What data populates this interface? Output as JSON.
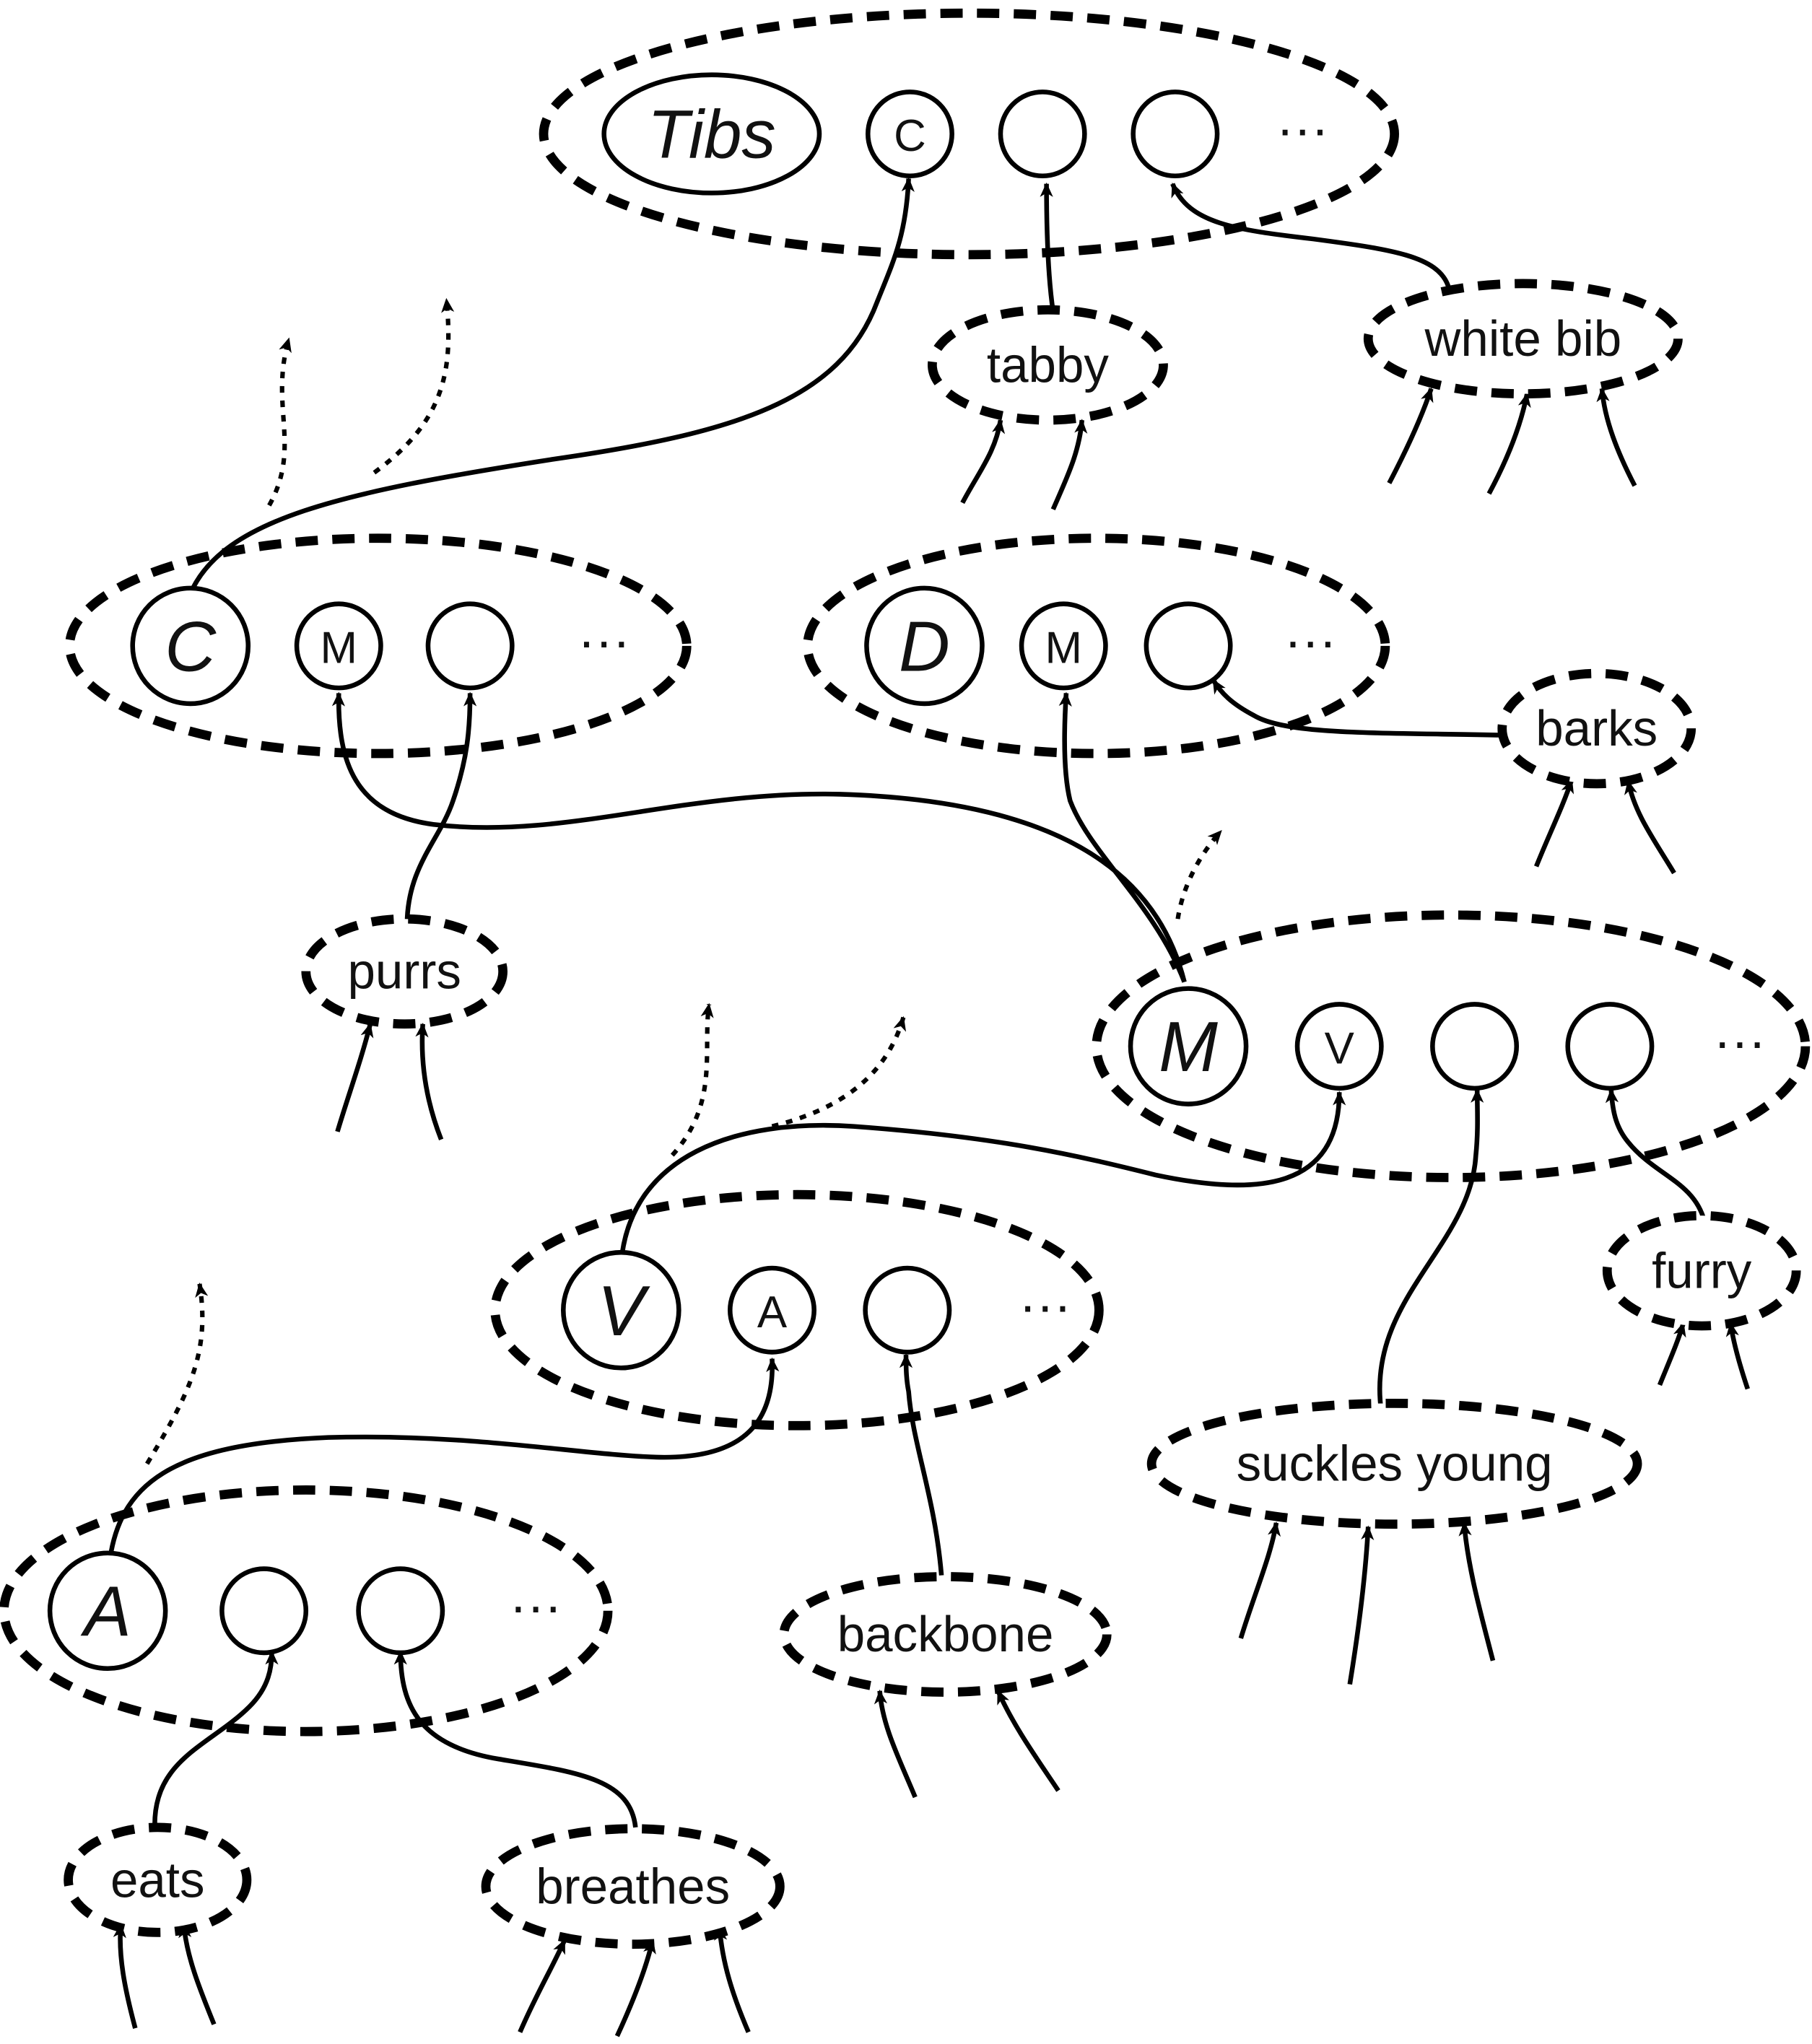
{
  "frames": {
    "tibs": {
      "head": "Tibs",
      "slots": [
        "C",
        "",
        ""
      ],
      "ellipsis": "···"
    },
    "cat": {
      "head": "C",
      "slots": [
        "M",
        ""
      ],
      "ellipsis": "···"
    },
    "dog": {
      "head": "D",
      "slots": [
        "M",
        ""
      ],
      "ellipsis": "···"
    },
    "mammal": {
      "head": "M",
      "slots": [
        "V",
        "",
        ""
      ],
      "ellipsis": "···"
    },
    "vertebrate": {
      "head": "V",
      "slots": [
        "A",
        ""
      ],
      "ellipsis": "···"
    },
    "animal": {
      "head": "A",
      "slots": [
        "",
        ""
      ],
      "ellipsis": "···"
    }
  },
  "features": {
    "tabby": "tabby",
    "white_bib": "white bib",
    "barks": "barks",
    "purrs": "purrs",
    "furry": "furry",
    "suckles_young": "suckles young",
    "backbone": "backbone",
    "eats": "eats",
    "breathes": "breathes"
  },
  "colors": {
    "ink": "#000000",
    "background": "#ffffff"
  }
}
